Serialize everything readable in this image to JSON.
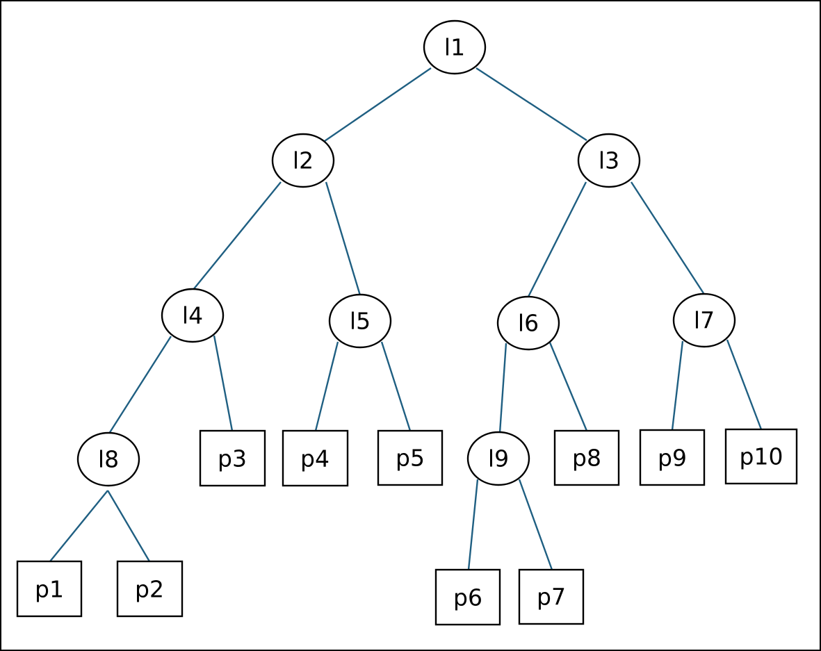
{
  "tree": {
    "internal_nodes": [
      {
        "id": "l1",
        "label": "l1"
      },
      {
        "id": "l2",
        "label": "l2"
      },
      {
        "id": "l3",
        "label": "l3"
      },
      {
        "id": "l4",
        "label": "l4"
      },
      {
        "id": "l5",
        "label": "l5"
      },
      {
        "id": "l6",
        "label": "l6"
      },
      {
        "id": "l7",
        "label": "l7"
      },
      {
        "id": "l8",
        "label": "l8"
      },
      {
        "id": "l9",
        "label": "l9"
      }
    ],
    "leaf_nodes": [
      {
        "id": "p1",
        "label": "p1"
      },
      {
        "id": "p2",
        "label": "p2"
      },
      {
        "id": "p3",
        "label": "p3"
      },
      {
        "id": "p4",
        "label": "p4"
      },
      {
        "id": "p5",
        "label": "p5"
      },
      {
        "id": "p6",
        "label": "p6"
      },
      {
        "id": "p7",
        "label": "p7"
      },
      {
        "id": "p8",
        "label": "p8"
      },
      {
        "id": "p9",
        "label": "p9"
      },
      {
        "id": "p10",
        "label": "p10"
      }
    ],
    "edges": [
      [
        "l1",
        "l2"
      ],
      [
        "l1",
        "l3"
      ],
      [
        "l2",
        "l4"
      ],
      [
        "l2",
        "l5"
      ],
      [
        "l3",
        "l6"
      ],
      [
        "l3",
        "l7"
      ],
      [
        "l4",
        "l8"
      ],
      [
        "l4",
        "p3"
      ],
      [
        "l5",
        "p4"
      ],
      [
        "l5",
        "p5"
      ],
      [
        "l6",
        "l9"
      ],
      [
        "l6",
        "p8"
      ],
      [
        "l7",
        "p9"
      ],
      [
        "l7",
        "p10"
      ],
      [
        "l8",
        "p1"
      ],
      [
        "l8",
        "p2"
      ],
      [
        "l9",
        "p6"
      ],
      [
        "l9",
        "p7"
      ]
    ],
    "colors": {
      "edge": "#1f5f82",
      "node_stroke": "#000000",
      "node_fill": "#ffffff"
    }
  }
}
